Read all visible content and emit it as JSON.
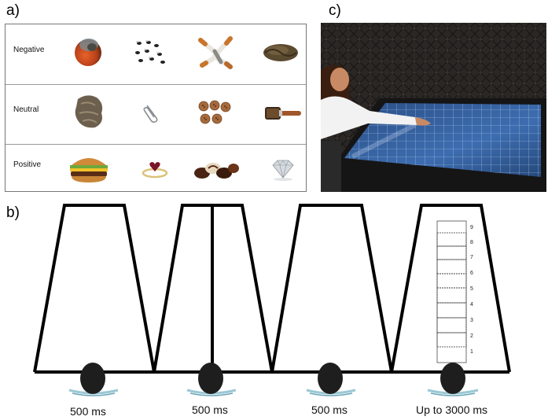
{
  "panels": {
    "a": {
      "label": "a)",
      "rows": [
        {
          "label": "Negative",
          "items": [
            "rotten-orange",
            "flies",
            "cigarette-butts",
            "hairball"
          ]
        },
        {
          "label": "Neutral",
          "items": [
            "crumpled-cloth",
            "paperclip",
            "buttons",
            "hairbrush"
          ]
        },
        {
          "label": "Positive",
          "items": [
            "hamburger",
            "heart-ring",
            "chocolates",
            "diamond"
          ]
        }
      ]
    },
    "b": {
      "label": "b)",
      "times": [
        "500 ms",
        "500 ms",
        "500 ms",
        "Up to 3000 ms"
      ],
      "scale": [
        "9",
        "8",
        "7",
        "6",
        "5",
        "4",
        "3",
        "2",
        "1"
      ]
    },
    "c": {
      "label": "c)"
    }
  }
}
